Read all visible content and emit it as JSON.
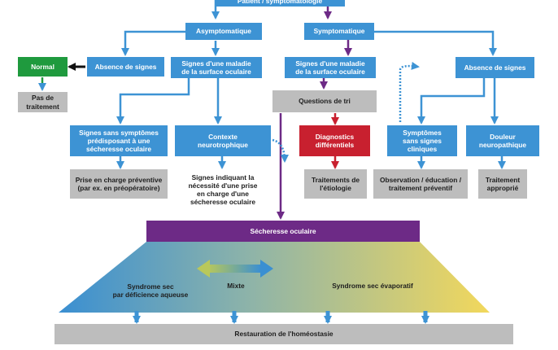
{
  "colors": {
    "blue": "#3d93d4",
    "grey": "#bdbdbd",
    "green": "#1f9a3e",
    "red": "#c8202f",
    "purple": "#6d2a86",
    "arrow_blue": "#3d93d4",
    "arrow_purple": "#6d2a86",
    "black": "#111111",
    "gradient_left": "#3a8fd2",
    "gradient_right": "#f2d85c"
  },
  "nodes": {
    "top": "Patient / symptomatologie",
    "asymptomatique": "Asymptomatique",
    "symptomatique": "Symptomatique",
    "normal": "Normal",
    "absence_signes_gauche": "Absence de signes",
    "signes_maladie_gauche": "Signes d'une maladie\nde la surface oculaire",
    "signes_maladie_droite": "Signes d'une maladie\nde la surface oculaire",
    "absence_signes_droite": "Absence de signes",
    "pas_de_traitement": "Pas de\ntraitement",
    "questions_de_tri": "Questions de tri",
    "signes_sans_symptomes": "Signes sans symptômes\nprédisposant à une\nsécheresse oculaire",
    "contexte_neurotrophique": "Contexte\nneurotrophique",
    "diagnostics_differentiels": "Diagnostics\ndifférentiels",
    "symptomes_sans_signes": "Symptômes\nsans signes\ncliniques",
    "douleur_neuropathique": "Douleur\nneuropathique",
    "prise_en_charge": "Prise en charge préventive\n(par ex. en préopératoire)",
    "signes_necessite": "Signes indiquant la\nnécessité d'une prise\nen charge d'une\nsécheresse oculaire",
    "traitements_etiologie": "Traitements de\nl'étiologie",
    "observation": "Observation / éducation /\ntraitement préventif",
    "traitement_approprie": "Traitement\napproprié",
    "secheresse_oculaire": "Sécheresse oculaire",
    "syndrome_aqueuse": "Syndrome sec\npar déficience aqueuse",
    "mixte": "Mixte",
    "syndrome_evaporatif": "Syndrome sec évaporatif",
    "restauration": "Restauration de l'homéostasie"
  }
}
